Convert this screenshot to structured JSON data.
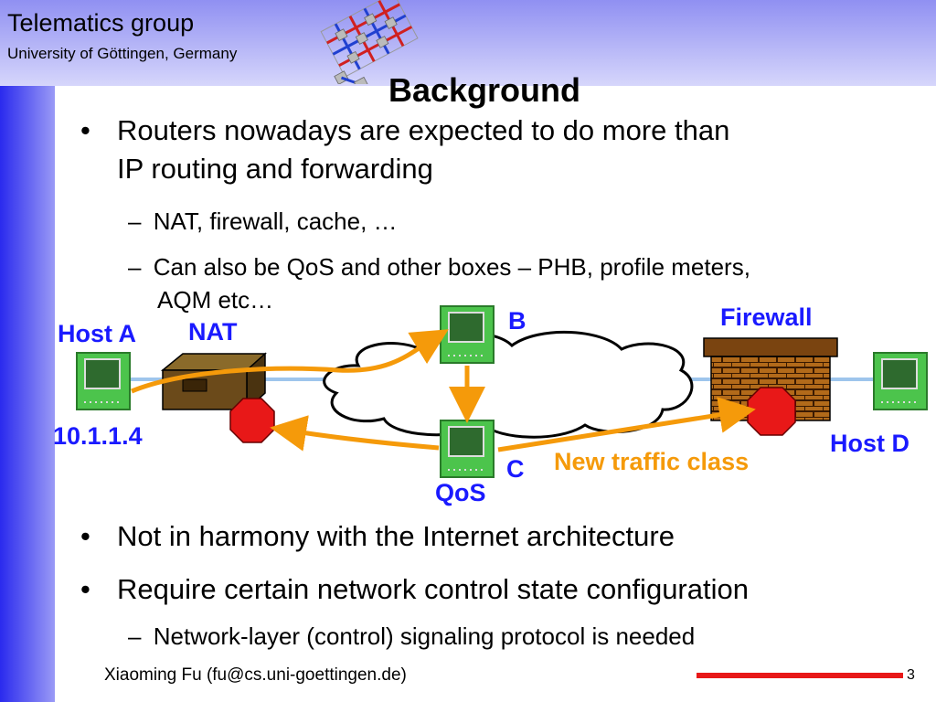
{
  "header": {
    "brand_title": "Telematics group",
    "brand_subtitle": "University of Göttingen, Germany"
  },
  "slide": {
    "title": "Background",
    "bullets_top": [
      {
        "line1": "Routers nowadays are expected to do more than",
        "line2": "IP routing and forwarding"
      }
    ],
    "sub_bullets_top": [
      {
        "text": "NAT, firewall, cache, …"
      },
      {
        "line1": "Can also be QoS and other boxes – PHB, profile meters,",
        "line2": "AQM etc…"
      }
    ],
    "bullets_bottom": [
      "Not in harmony with the Internet architecture",
      "Require certain network control state configuration"
    ],
    "sub_bullet_bottom": "Network-layer (control) signaling protocol is needed"
  },
  "diagram": {
    "host_a": "Host A",
    "nat": "NAT",
    "ip": "10.1.1.4",
    "b": "B",
    "c": "C",
    "qos": "QoS",
    "firewall": "Firewall",
    "host_d": "Host D",
    "new_traffic": "New traffic class",
    "colors": {
      "label": "#1a1aff",
      "arrow": "#f59a0a",
      "stop": "#e81818",
      "host_green": "#3fbf3f"
    }
  },
  "footer": {
    "author": "Xiaoming Fu (fu@cs.uni-goettingen.de)",
    "page": "3"
  }
}
